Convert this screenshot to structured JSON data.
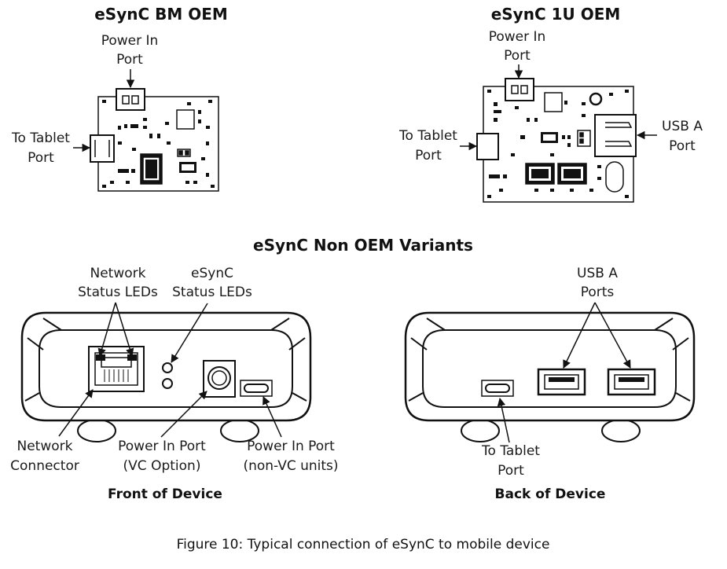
{
  "titles": {
    "bm_oem": "eSynC BM OEM",
    "u1_oem": "eSynC 1U OEM",
    "non_oem": "eSynC Non OEM Variants"
  },
  "bm_labels": {
    "power_in_1": "Power In",
    "power_in_2": "Port",
    "to_tablet_1": "To Tablet",
    "to_tablet_2": "Port"
  },
  "u1_labels": {
    "power_in_1": "Power In",
    "power_in_2": "Port",
    "to_tablet_1": "To Tablet",
    "to_tablet_2": "Port",
    "usb_a_1": "USB A",
    "usb_a_2": "Port"
  },
  "front_labels": {
    "network_status_1": "Network",
    "network_status_2": "Status LEDs",
    "esync_status_1": "eSynC",
    "esync_status_2": "Status LEDs",
    "network_connector_1": "Network",
    "network_connector_2": "Connector",
    "power_vc_1": "Power In Port",
    "power_vc_2": "(VC Option)",
    "power_nonvc_1": "Power In Port",
    "power_nonvc_2": "(non-VC units)",
    "caption": "Front of Device"
  },
  "back_labels": {
    "usb_ports_1": "USB A",
    "usb_ports_2": "Ports",
    "to_tablet_1": "To Tablet",
    "to_tablet_2": "Port",
    "caption": "Back of Device"
  },
  "figure_caption": "Figure 10: Typical connection of eSynC to mobile device"
}
